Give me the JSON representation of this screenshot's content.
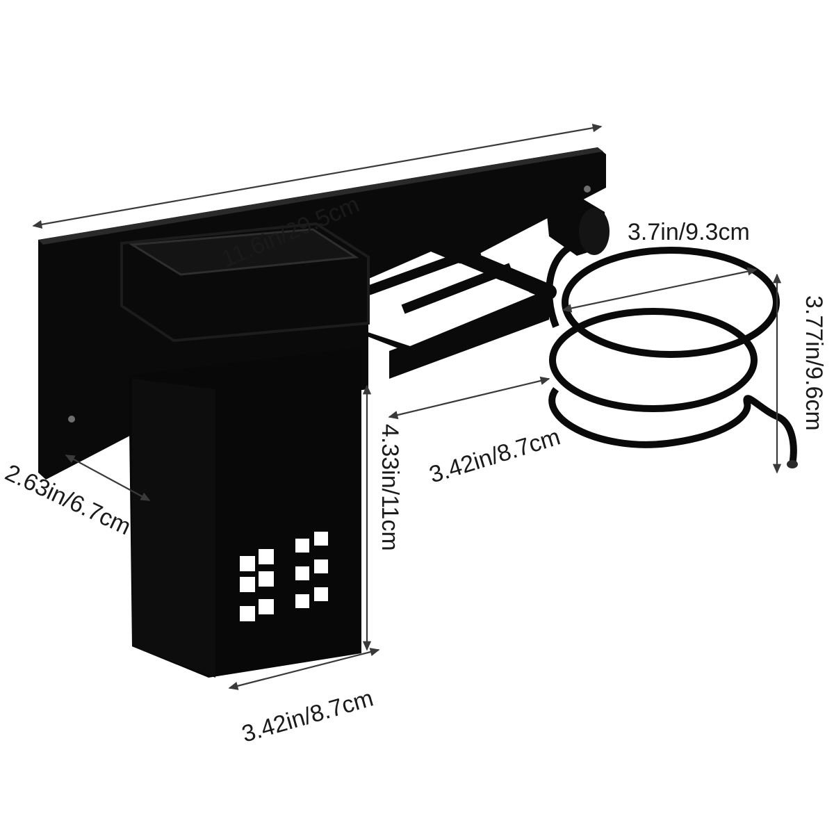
{
  "colors": {
    "product": "#0a0a0a",
    "product_edge": "#1c1c1c",
    "highlight": "#3c3c3c",
    "dimension": "#1a1a1a"
  },
  "dimensions": {
    "overall_length": "11.6in/29.5cm",
    "coil_diameter": "3.7in/9.3cm",
    "coil_height": "3.77in/9.6cm",
    "shelf_depth": "3.42in/8.7cm",
    "cup_height": "4.33in/11cm",
    "cup_depth": "2.63in/6.7cm",
    "cup_width": "3.42in/8.7cm"
  }
}
